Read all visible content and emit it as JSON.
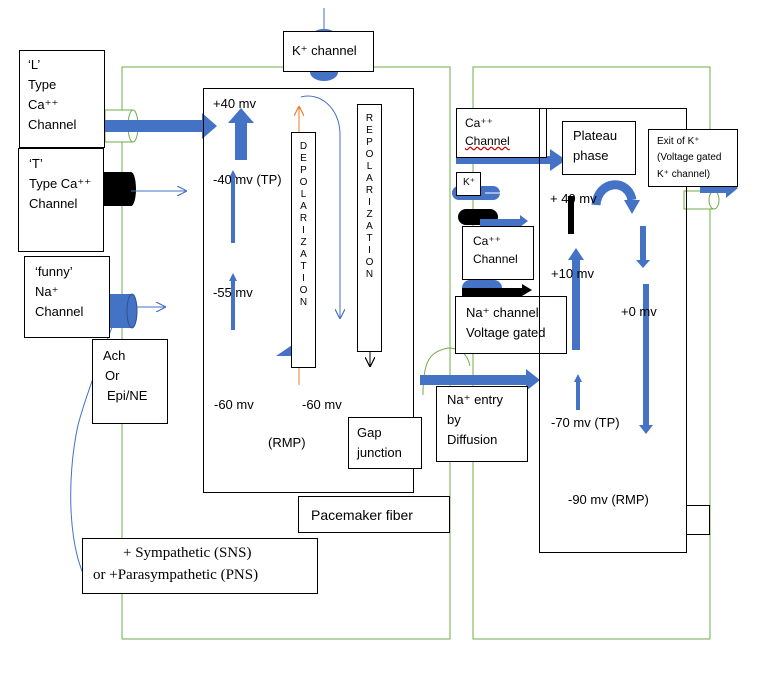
{
  "left_channels": {
    "l_type": [
      "‘L’",
      "Type",
      "Ca⁺⁺",
      "Channel"
    ],
    "t_type": [
      "‘T’",
      "Type Ca⁺⁺",
      "Channel"
    ],
    "funny": [
      "‘funny’",
      "Na⁺",
      "Channel"
    ]
  },
  "top_channel": "K⁺ channel",
  "neuro": [
    "Ach",
    "Or",
    "Epi/NE"
  ],
  "autonomic": [
    "+ Sympathetic (SNS)",
    "or  +Parasympathetic (PNS)"
  ],
  "pacemaker": {
    "label": "Pacemaker fiber",
    "v_plus40": "+40 mv",
    "v_tp": "-40 mv (TP)",
    "v_minus55": "-55 mv",
    "v_minus60_a": "-60 mv",
    "v_minus60_b": "-60 mv",
    "rmp": "(RMP)",
    "depolarization": [
      "D",
      "E",
      "P",
      "O",
      "L",
      "A",
      "R",
      "I",
      "Z",
      "A",
      "T",
      "I",
      "O",
      "N"
    ],
    "repolarization": [
      "R",
      "E",
      "P",
      "O",
      "L",
      "A",
      "R",
      "I",
      "Z",
      "A",
      "T",
      "I",
      "O",
      "N"
    ]
  },
  "gap_junction": [
    "Gap",
    "junction"
  ],
  "na_entry": [
    "Na⁺ entry",
    "by",
    "Diffusion"
  ],
  "right_channels": {
    "ca_top": [
      "Ca⁺⁺",
      "Channel"
    ],
    "k_small": "K⁺",
    "ca_mid": [
      "Ca⁺⁺",
      "Channel"
    ],
    "na_vg": [
      "Na⁺ channel",
      "Voltage gated"
    ]
  },
  "contractile": {
    "plateau": [
      "Plateau",
      "phase"
    ],
    "exit_k": [
      "Exit of K⁺",
      "(Voltage gated",
      "K⁺ channel)"
    ],
    "v_plus40": "+ 40 mv",
    "v_plus10": "+10 mv",
    "v_zero": "+0 mv",
    "v_tp": "-70 mv (TP)",
    "v_rmp": "-90 mv (RMP)"
  },
  "colors": {
    "arrow_blue": "#4472c4",
    "cell_green": "#70ad47",
    "orange": "#ed7d31",
    "black": "#000000"
  }
}
